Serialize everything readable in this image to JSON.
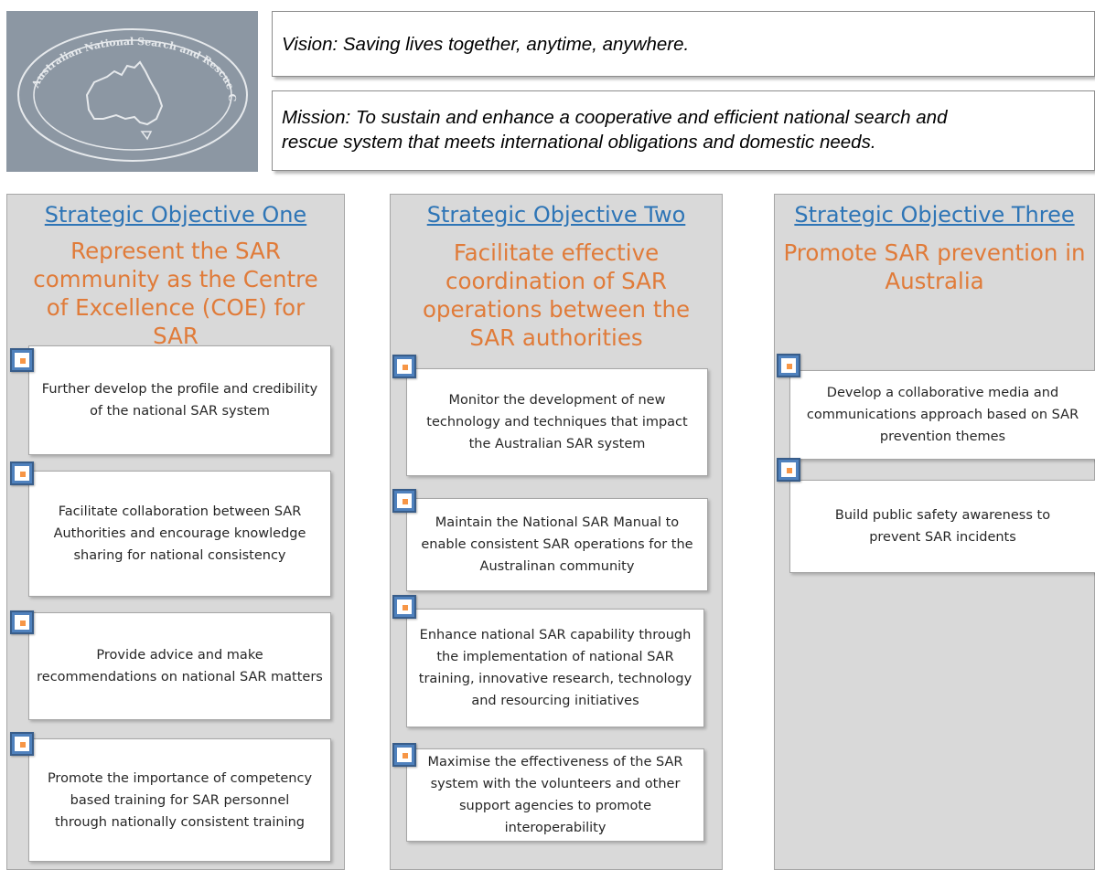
{
  "logo": {
    "text": "Australian National Search and Rescue Council"
  },
  "vision": "Vision: Saving lives together, anytime, anywhere.",
  "mission_line1": "Mission: To sustain and enhance a cooperative and efficient national search and",
  "mission_line2": "rescue system that meets international obligations and domestic needs.",
  "objectives": [
    {
      "heading": "Strategic Objective One",
      "title": "Represent the SAR community as the Centre of Excellence (COE) for SAR",
      "items": [
        "Further develop the profile and credibility of the national SAR system",
        "Facilitate collaboration between SAR Authorities and encourage knowledge sharing for national consistency",
        "Provide advice and make recommendations on national SAR matters",
        "Promote the importance of competency based training for SAR personnel through nationally consistent training"
      ]
    },
    {
      "heading": "Strategic Objective Two",
      "title": "Facilitate effective coordination of SAR operations between the SAR authorities",
      "items": [
        "Monitor the development of new technology and techniques that impact the Australian SAR system",
        "Maintain the National SAR Manual to enable consistent SAR operations for the Australinan community",
        "Enhance national SAR capability through the implementation of national SAR training, innovative research, technology and resourcing initiatives",
        "Maximise the effectiveness of the SAR system with the volunteers and other support agencies to promote interoperability"
      ]
    },
    {
      "heading": "Strategic Objective Three",
      "title": "Promote SAR prevention in Australia",
      "items": [
        "Develop a collaborative media and communications approach based on SAR prevention themes",
        "Build public safety awareness to prevent SAR incidents"
      ]
    }
  ],
  "colors": {
    "heading": "#2e75b6",
    "title": "#e07b39",
    "bullet": "#4f81bd",
    "bullet_dot": "#f79646",
    "column_bg": "#d9d9d9"
  }
}
